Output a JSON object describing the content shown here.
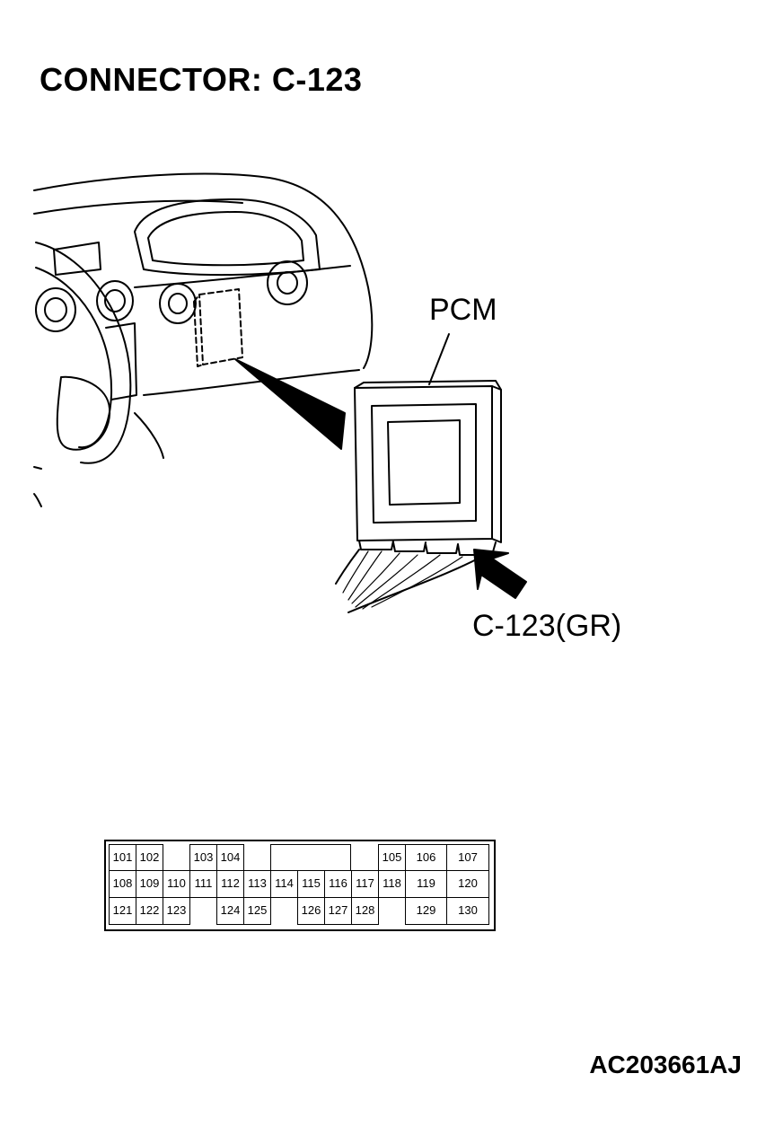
{
  "title": "CONNECTOR: C-123",
  "callouts": {
    "pcm": "PCM",
    "connector": "C-123(GR)"
  },
  "figure_code": "AC203661AJ",
  "connector_pins": {
    "row1": [
      "101",
      "102",
      "103",
      "104",
      "105",
      "106",
      "107"
    ],
    "row2": [
      "108",
      "109",
      "110",
      "111",
      "112",
      "113",
      "114",
      "115",
      "116",
      "117",
      "118",
      "119",
      "120"
    ],
    "row3": [
      "121",
      "122",
      "123",
      "124",
      "125",
      "126",
      "127",
      "128",
      "129",
      "130"
    ]
  }
}
